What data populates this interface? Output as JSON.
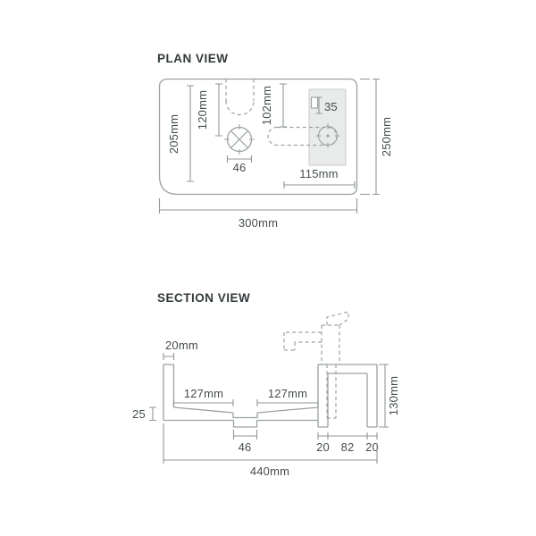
{
  "plan": {
    "title": "PLAN VIEW",
    "dims": {
      "d205": "205mm",
      "d120": "120mm",
      "d102": "102mm",
      "d35": "35",
      "d46": "46",
      "d115": "115mm",
      "d250": "250mm",
      "d300": "300mm"
    }
  },
  "section": {
    "title": "SECTION VIEW",
    "dims": {
      "d20": "20mm",
      "d127_left": "127mm",
      "d127_right": "127mm",
      "d25": "25",
      "d46": "46",
      "d20a": "20",
      "d82": "82",
      "d20b": "20",
      "d130": "130mm",
      "d440": "440mm"
    }
  },
  "colors": {
    "outline": "#9aa2a2",
    "dimension": "#8f9798",
    "text": "#454d4e",
    "deck_fill": "#e9eaea",
    "background": "#ffffff"
  }
}
